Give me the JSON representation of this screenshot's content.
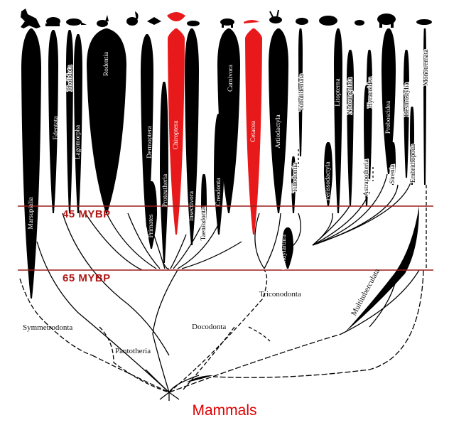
{
  "root_label": "Mammals",
  "time_markers": [
    {
      "label": "45 MYBP"
    },
    {
      "label": "65 MYBP"
    }
  ],
  "colors": {
    "highlight": "#e8191b",
    "lineage": "#000000",
    "time_line": "#9b1c1c",
    "title": "#e00000"
  },
  "orders": [
    {
      "name": "Marsupialia",
      "highlight": false
    },
    {
      "name": "Edentata",
      "highlight": false
    },
    {
      "name": "Pholidota",
      "highlight": false
    },
    {
      "name": "Lagomorpha",
      "highlight": false
    },
    {
      "name": "Rodentia",
      "highlight": false
    },
    {
      "name": "Dermoptera",
      "highlight": false
    },
    {
      "name": "Primates",
      "highlight": false
    },
    {
      "name": "Proteutheria",
      "highlight": false
    },
    {
      "name": "Chiroptera",
      "highlight": true
    },
    {
      "name": "Insectivora",
      "highlight": false
    },
    {
      "name": "Taeniodonta",
      "highlight": false
    },
    {
      "name": "Creodonta",
      "highlight": false
    },
    {
      "name": "Carnivora",
      "highlight": false
    },
    {
      "name": "Cetacea",
      "highlight": true
    },
    {
      "name": "Artiodactyla",
      "highlight": false
    },
    {
      "name": "Tubulidentata",
      "highlight": false
    },
    {
      "name": "Tillodontia",
      "highlight": false
    },
    {
      "name": "Condylarthra",
      "highlight": false
    },
    {
      "name": "Litopterna",
      "highlight": false
    },
    {
      "name": "Perissodactyla",
      "highlight": false
    },
    {
      "name": "Notoungulata",
      "highlight": false
    },
    {
      "name": "Astrapotheria",
      "highlight": false
    },
    {
      "name": "Hyracoidea",
      "highlight": false
    },
    {
      "name": "Proboscidea",
      "highlight": false
    },
    {
      "name": "Sirenia",
      "highlight": false
    },
    {
      "name": "Desmostylia",
      "highlight": false
    },
    {
      "name": "Embrithopoda",
      "highlight": false
    },
    {
      "name": "Monotremata",
      "highlight": false
    }
  ],
  "ancestral_groups": [
    {
      "name": "Symmetrodonta"
    },
    {
      "name": "Pantotheria"
    },
    {
      "name": "Docodonta"
    },
    {
      "name": "Triconodonta"
    },
    {
      "name": "Multituberculata"
    }
  ],
  "silhouettes": [
    "kangaroo-icon",
    "armadillo-icon",
    "pangolin-icon",
    "rabbit-icon",
    "rodent-icon",
    "colugo-icon",
    "primate-icon",
    "bat-icon",
    "shrew-icon",
    "carnivore-icon",
    "whale-icon",
    "deer-icon",
    "aardvark-icon",
    "rhino-icon",
    "hyrax-icon",
    "elephant-icon",
    "manatee-icon"
  ]
}
